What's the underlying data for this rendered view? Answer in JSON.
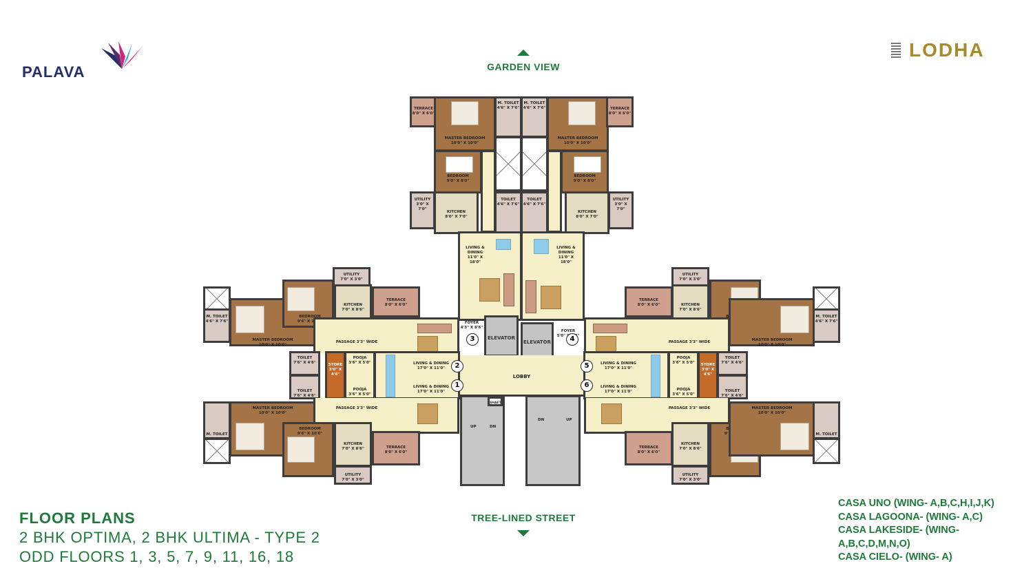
{
  "brand": {
    "left_logo": "PALAVA",
    "left_logo_icon": "lotus-petals-icon",
    "right_logo": "LODHA",
    "right_logo_icon": "stacked-bars-icon",
    "colors": {
      "palava_navy": "#262d6b",
      "palava_magenta": "#d0277a",
      "palava_blue": "#3aa5e0",
      "lodha_gold": "#a68a2b",
      "accent_green": "#1e7a3a"
    }
  },
  "orientation": {
    "top_label": "GARDEN VIEW",
    "top_icon": "arrow-up-icon",
    "bottom_label": "TREE-LINED STREET",
    "bottom_icon": "arrow-down-icon"
  },
  "title": {
    "heading": "FLOOR PLANS",
    "line1": "2 BHK OPTIMA, 2 BHK ULTIMA - TYPE 2",
    "line2": "ODD FLOORS 1, 3, 5, 7, 9, 11, 16, 18"
  },
  "wings": [
    "CASA UNO (WING- A,B,C,H,I,J,K)",
    "CASA LAGOONA- (WING- A,C)",
    "CASA LAKESIDE- (WING- A,B,C,D,M,N,O)",
    "CASA CIELO- (WING- A)"
  ],
  "plan": {
    "core": {
      "lobby": "LOBBY",
      "elevator_1": "ELEVATOR",
      "elevator_2": "ELEVATOR",
      "shaft": "SHAFT",
      "stair_left_up": "UP",
      "stair_left_dn": "DN",
      "stair_right_dn": "DN",
      "stair_right_up": "UP",
      "foyer_left": "FOYER\n4'3\" X 8'6\"",
      "foyer_right": "FOYER\n5'0\" X 3'3\""
    },
    "unit_numbers": [
      "1",
      "2",
      "3",
      "4",
      "5",
      "6"
    ],
    "top_units": {
      "terrace": "TERRACE\n8'0\" X 6'0\"",
      "master_bedroom": "MASTER BEDROOM\n10'0\" X 10'0\"",
      "m_toilet": "M. TOILET\n4'6\" X 7'6\"",
      "bedroom": "BEDROOM\n9'0\" X 8'0\"",
      "toilet": "TOILET\n4'6\" X 7'6\"",
      "utility": "UTILITY\n3'0\" X 7'0\"",
      "kitchen": "KITCHEN\n8'0\" X 7'0\"",
      "passage": "PASSAGE 3'3\" WIDE",
      "living_dining": "LIVING & DINING\n11'0\" X 18'0\""
    },
    "side_units": {
      "master_bedroom": "MASTER BEDROOM\n10'0\" X 10'0\"",
      "bedroom": "BEDROOM\n9'6\" X 10'0\"",
      "m_toilet": "M. TOILET\n4'6\" X 7'6\"",
      "kitchen": "KITCHEN\n7'0\" X 8'6\"",
      "utility": "UTILITY\n7'0\" X 3'0\"",
      "terrace": "TERRACE\n8'0\" X 6'0\"",
      "passage": "PASSAGE 3'3\" WIDE",
      "toilet": "TOILET\n7'6\" X 4'6\"",
      "store": "STORE\n3'0\" X 4'6\"",
      "pooja": "POOJA\n3'6\" X 5'0\"",
      "living_dining": "LIVING & DINING\n17'0\" X 11'0\""
    }
  }
}
